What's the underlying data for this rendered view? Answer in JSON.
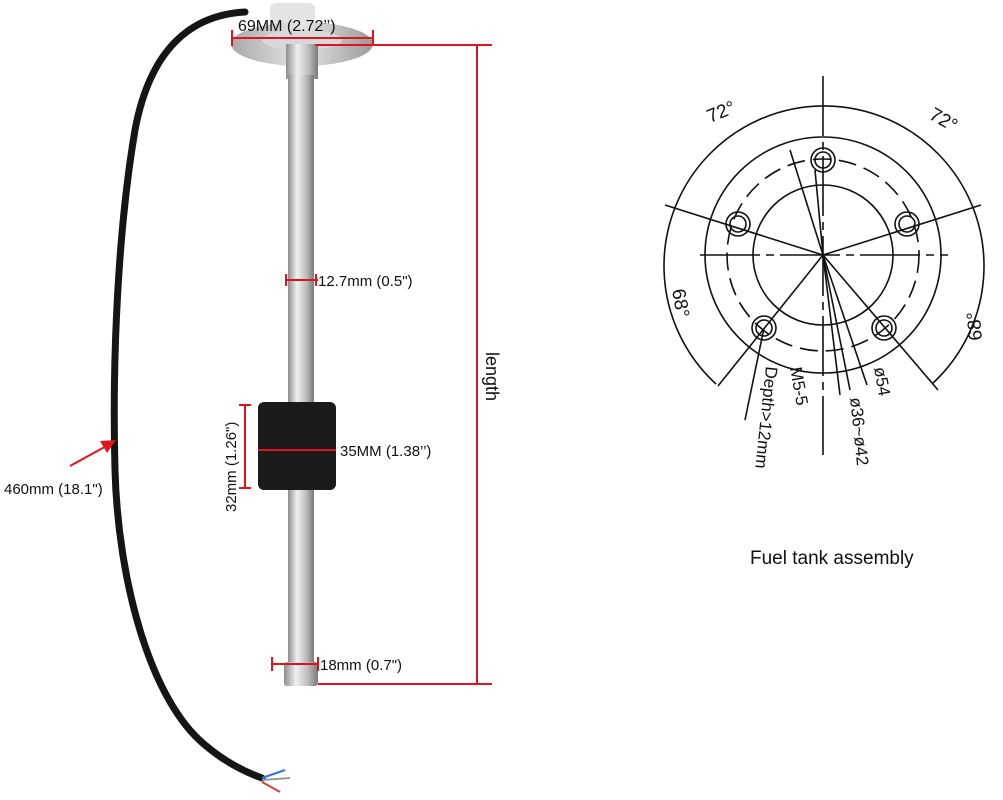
{
  "sensor": {
    "flange_diameter": "69MM (2.72’’)",
    "rod_diameter": "12.7mm (0.5\")",
    "float_width": "35MM (1.38’’)",
    "float_height": "32mm (1.26\")",
    "rod_end_diameter": "18mm (0.7\")",
    "length_label": "length",
    "cable_length": "460mm (18.1\")"
  },
  "assembly": {
    "angle_top_left": "72°",
    "angle_top_right": "72°",
    "angle_left": "68°",
    "angle_right": "68°",
    "thread": "M5-5",
    "depth": "Depth>12mm",
    "bolt_circle": "ø54",
    "bore": "ø36~ø42",
    "caption": "Fuel tank assembly"
  },
  "colors": {
    "dimension": "#e0141e",
    "drawing": "#111111",
    "rod": "#c8c8c8",
    "float": "#1a1a1a",
    "cable": "#151515"
  }
}
